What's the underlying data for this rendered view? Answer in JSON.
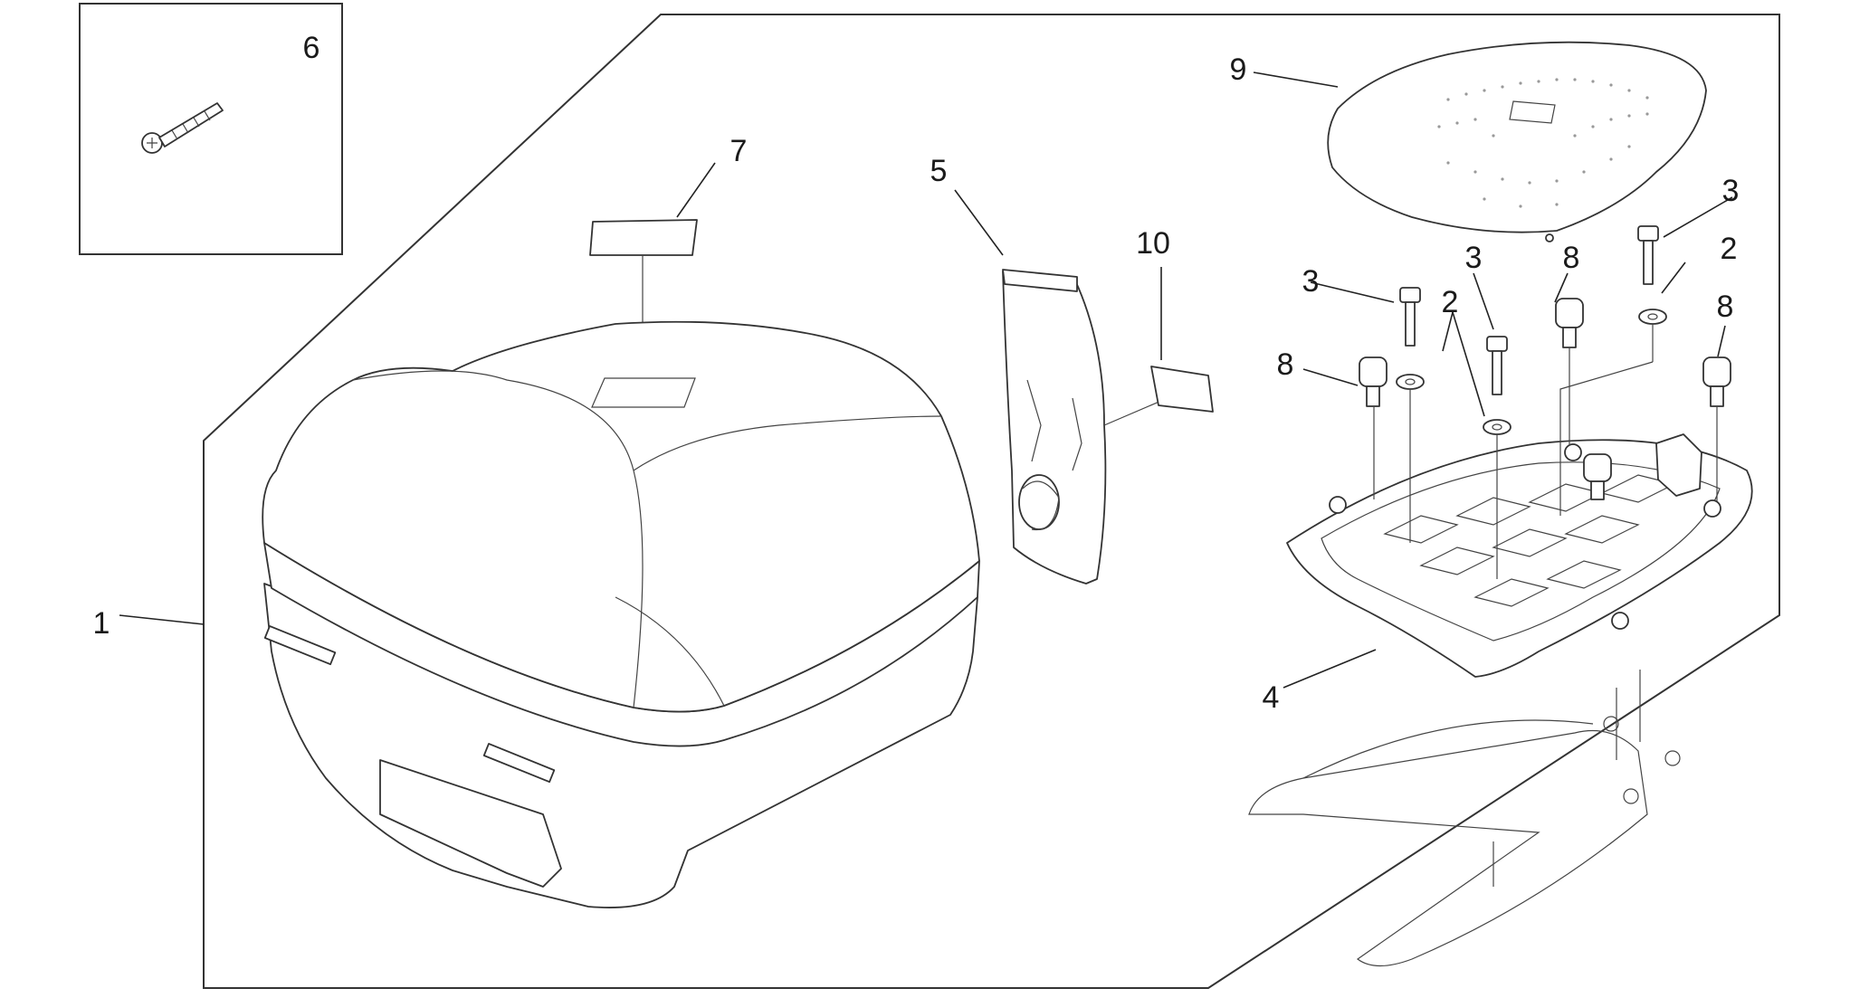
{
  "diagram": {
    "callouts": [
      {
        "id": "c1",
        "label": "1"
      },
      {
        "id": "c2a",
        "label": "2"
      },
      {
        "id": "c2b",
        "label": "2"
      },
      {
        "id": "c3a",
        "label": "3"
      },
      {
        "id": "c3b",
        "label": "3"
      },
      {
        "id": "c3c",
        "label": "3"
      },
      {
        "id": "c4",
        "label": "4"
      },
      {
        "id": "c5",
        "label": "5"
      },
      {
        "id": "c6",
        "label": "6"
      },
      {
        "id": "c7",
        "label": "7"
      },
      {
        "id": "c8a",
        "label": "8"
      },
      {
        "id": "c8b",
        "label": "8"
      },
      {
        "id": "c8c",
        "label": "8"
      },
      {
        "id": "c9",
        "label": "9"
      },
      {
        "id": "c10",
        "label": "10"
      }
    ]
  }
}
